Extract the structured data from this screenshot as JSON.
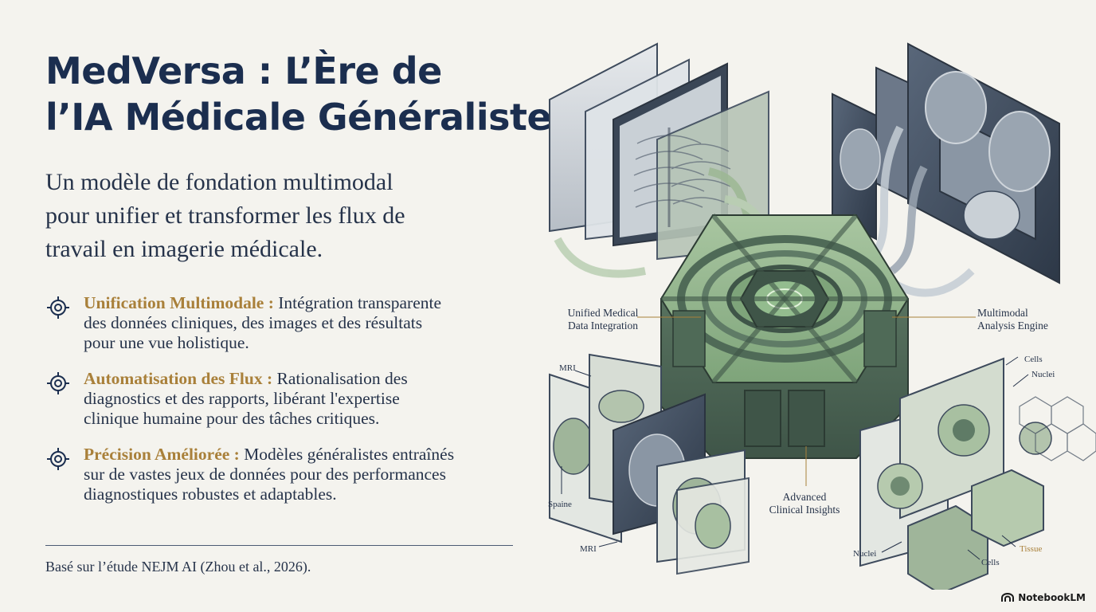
{
  "title": {
    "line1": "MedVersa : L’Ère de",
    "line2": "l’IA Médicale Généraliste"
  },
  "subtitle": {
    "line1": "Un modèle de fondation multimodal",
    "line2": "pour unifier et transformer les flux de",
    "line3": "travail en imagerie médicale."
  },
  "points": [
    {
      "icon": "target-icon",
      "heading": "Unification Multimodale :",
      "line1": " Intégration transparente",
      "line2": "des données cliniques, des images et des résultats",
      "line3": "pour une vue holistique."
    },
    {
      "icon": "target-icon",
      "heading": "Automatisation des Flux :",
      "line1": " Rationalisation des",
      "line2": "diagnostics et des rapports, libérant l'expertise",
      "line3": "clinique humaine pour des tâches critiques."
    },
    {
      "icon": "target-icon",
      "heading": "Précision Améliorée :",
      "line1": " Modèles généralistes entraînés",
      "line2": "sur de vastes jeux de données pour des performances",
      "line3": "diagnostiques robustes et adaptables."
    }
  ],
  "source": "Basé sur l’étude NEJM AI (Zhou et al., 2026).",
  "illustration": {
    "labels": {
      "unified_1": "Unified Medical",
      "unified_2": "Data Integration",
      "engine_1": "Multimodal",
      "engine_2": "Analysis Engine",
      "insights_1": "Advanced",
      "insights_2": "Clinical Insights",
      "mri_top": "MRI",
      "spaine": "Spaine",
      "mri_bottom": "MRI",
      "cells_top": "Cells",
      "nuclei_top": "Nuclei",
      "nuclei_bottom": "Nuclei",
      "tissue": "Tissue",
      "cells_bottom": "Cells"
    }
  },
  "brand": {
    "icon": "notebooklm-logo-icon",
    "name": "NotebookLM"
  },
  "colors": {
    "background": "#f4f3ee",
    "navy": "#1b2e4f",
    "gold": "#a9803a",
    "green": "#8fb088",
    "slate": "#3d4a5c"
  }
}
